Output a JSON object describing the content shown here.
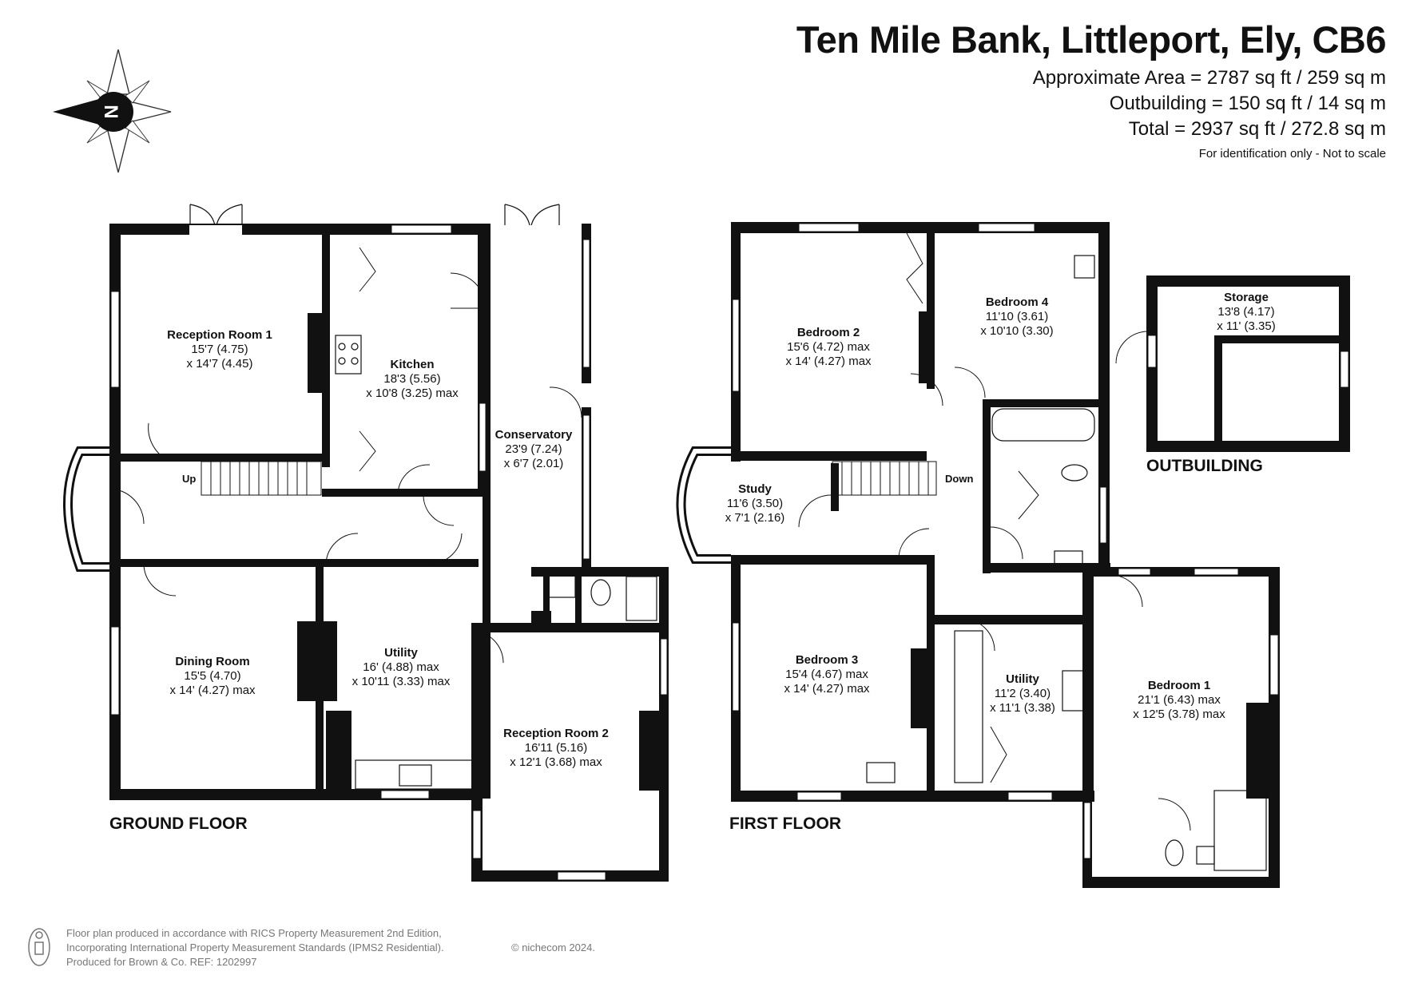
{
  "header": {
    "title": "Ten Mile Bank, Littleport, Ely, CB6",
    "approx_area": "Approximate Area = 2787 sq ft / 259 sq m",
    "outbuilding_area": "Outbuilding = 150 sq ft / 14 sq m",
    "total_area": "Total = 2937 sq ft / 272.8 sq m",
    "note": "For identification only - Not to scale"
  },
  "compass": {
    "label": "N"
  },
  "floors": {
    "ground": "GROUND FLOOR",
    "first": "FIRST FLOOR",
    "outbuilding": "OUTBUILDING"
  },
  "stairs": {
    "up": "Up",
    "down": "Down"
  },
  "rooms": {
    "reception1": {
      "name": "Reception Room 1",
      "l1": "15'7 (4.75)",
      "l2": "x 14'7 (4.45)"
    },
    "kitchen": {
      "name": "Kitchen",
      "l1": "18'3 (5.56)",
      "l2": "x 10'8 (3.25) max"
    },
    "conservatory": {
      "name": "Conservatory",
      "l1": "23'9 (7.24)",
      "l2": "x 6'7 (2.01)"
    },
    "dining": {
      "name": "Dining Room",
      "l1": "15'5 (4.70)",
      "l2": "x 14' (4.27) max"
    },
    "utility_g": {
      "name": "Utility",
      "l1": "16' (4.88) max",
      "l2": "x 10'11 (3.33) max"
    },
    "reception2": {
      "name": "Reception Room 2",
      "l1": "16'11 (5.16)",
      "l2": "x 12'1 (3.68) max"
    },
    "bedroom2": {
      "name": "Bedroom 2",
      "l1": "15'6 (4.72) max",
      "l2": "x 14' (4.27) max"
    },
    "bedroom4": {
      "name": "Bedroom 4",
      "l1": "11'10 (3.61)",
      "l2": "x 10'10 (3.30)"
    },
    "study": {
      "name": "Study",
      "l1": "11'6 (3.50)",
      "l2": "x 7'1 (2.16)"
    },
    "bedroom3": {
      "name": "Bedroom 3",
      "l1": "15'4 (4.67) max",
      "l2": "x 14' (4.27) max"
    },
    "utility_f": {
      "name": "Utility",
      "l1": "11'2 (3.40)",
      "l2": "x 11'1 (3.38)"
    },
    "bedroom1": {
      "name": "Bedroom 1",
      "l1": "21'1 (6.43) max",
      "l2": "x 12'5 (3.78) max"
    },
    "storage": {
      "name": "Storage",
      "l1": "13'8 (4.17)",
      "l2": "x 11' (3.35)"
    }
  },
  "footer": {
    "line1": "Floor plan produced in accordance with RICS Property Measurement 2nd Edition,",
    "line2": "Incorporating International Property Measurement Standards (IPMS2 Residential).",
    "copyright": "© nichecom 2024.",
    "line3": "Produced for Brown & Co.   REF: 1202997"
  },
  "colors": {
    "wall": "#111111",
    "window": "#ffffff",
    "text": "#111111",
    "footer_text": "#777777"
  }
}
